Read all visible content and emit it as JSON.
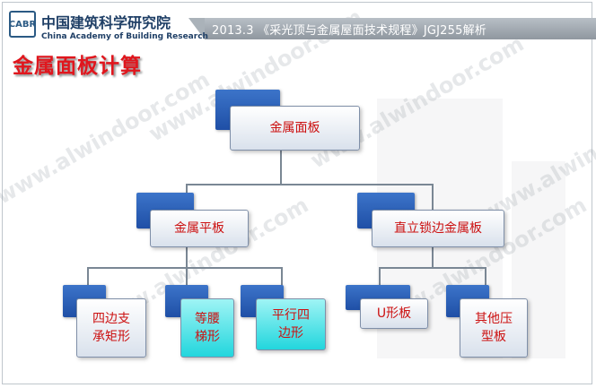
{
  "header": {
    "logo_mark": "CABR",
    "org_name_cn": "中国建筑科学研究院",
    "org_name_en": "China Academy of Building Research",
    "banner_text": "2013.3 《采光顶与金属屋面技术规程》JGJ255解析"
  },
  "page_title": "金属面板计算",
  "watermark": "www.alwindoor.com",
  "diagram": {
    "root": "金属面板",
    "level1": [
      "金属平板",
      "直立锁边金属板"
    ],
    "level2": {
      "flat": [
        [
          "四边支",
          "承矩形"
        ],
        [
          "等腰",
          "梯形"
        ],
        [
          "平行四",
          "边形"
        ]
      ],
      "standing_seam": [
        [
          "U形板"
        ],
        [
          "其他压",
          "型板"
        ]
      ]
    }
  },
  "colors": {
    "title_red": "#e0161d",
    "node_text": "#cc1111",
    "accent_blue": "#2b5eb8",
    "cyan_fill": "#22d6dd"
  }
}
